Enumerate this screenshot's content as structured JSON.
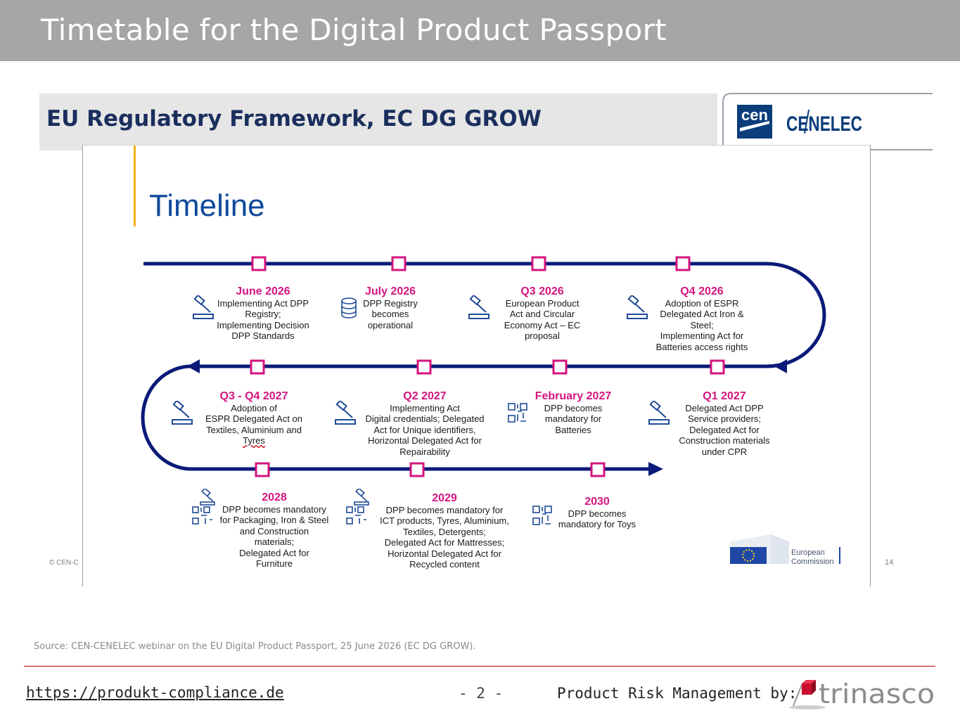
{
  "banner": {
    "title": "Timetable for the Digital Product Passport"
  },
  "slide": {
    "header_title": "EU Regulatory Framework, EC DG GROW",
    "logo_cen": "cen",
    "logo_cenelec": "CENELEC",
    "timeline_title": "Timeline",
    "copyright_fragment": "© CEN-C",
    "page_number": "14",
    "ec_logo_line1": "European",
    "ec_logo_line2": "Commission",
    "events": [
      {
        "date": "June 2026",
        "icon": "gavel-icon",
        "lines": [
          "Implementing Act DPP",
          "Registry;",
          "Implementing Decision",
          "DPP Standards"
        ]
      },
      {
        "date": "July 2026",
        "icon": "database-icon",
        "lines": [
          "DPP Registry",
          "becomes",
          "operational"
        ]
      },
      {
        "date": "Q3 2026",
        "icon": "gavel-icon",
        "lines": [
          "European Product",
          "Act and Circular",
          "Economy Act – EC",
          "proposal"
        ]
      },
      {
        "date": "Q4 2026",
        "icon": "gavel-icon",
        "lines": [
          "Adoption of ESPR",
          "Delegated Act Iron &",
          "Steel;",
          "Implementing Act for",
          "Batteries access rights"
        ]
      },
      {
        "date": "Q1 2027",
        "icon": "gavel-icon",
        "lines": [
          "Delegated Act DPP",
          "Service providers;",
          "Delegated Act for",
          "Construction materials",
          "under CPR"
        ]
      },
      {
        "date": "February 2027",
        "icon": "qr-code-icon",
        "lines": [
          "DPP becomes",
          "mandatory for",
          "Batteries"
        ]
      },
      {
        "date": "Q2 2027",
        "icon": "gavel-icon",
        "lines": [
          "Implementing Act",
          "Digital credentials; Delegated",
          "Act for Unique identifiers,",
          "Horizontal Delegated Act for",
          "Repairability"
        ]
      },
      {
        "date": "Q3 - Q4 2027",
        "icon": "gavel-icon",
        "lines": [
          "Adoption of",
          "ESPR Delegated Act on",
          "Textiles, Aluminium and",
          "Tyres"
        ]
      },
      {
        "date": "2028",
        "icon": "gavel-qr-icon",
        "lines": [
          "DPP becomes mandatory",
          "for Packaging, Iron & Steel",
          "and Construction",
          "materials;",
          "Delegated Act for",
          "Furniture"
        ]
      },
      {
        "date": "2029",
        "icon": "gavel-qr-icon",
        "lines": [
          "DPP becomes mandatory for",
          "ICT products, Tyres, Aluminium,",
          "Textiles, Detergents;",
          "Delegated Act for Mattresses;",
          "Horizontal Delegated Act for",
          "Recycled content"
        ]
      },
      {
        "date": "2030",
        "icon": "qr-code-icon",
        "lines": [
          "DPP becomes",
          "mandatory for Toys"
        ]
      }
    ]
  },
  "source_note": "Source: CEN-CENELEC webinar on the EU Digital Product Passport, 25 June 2026 (EC DG GROW).",
  "footer": {
    "link": "https://produkt-compliance.de",
    "page": "- 2 -",
    "by_label": "Product Risk Management by:",
    "brand": "trinasco"
  },
  "colors": {
    "banner": "#a6a6a6",
    "timeline_line": "#0b1a78",
    "milestone": "#d4147f",
    "date_text": "#d4147f",
    "header_text": "#1b2f5e",
    "accent_bar": "#f2b21b",
    "footer_rule": "#c00000"
  }
}
